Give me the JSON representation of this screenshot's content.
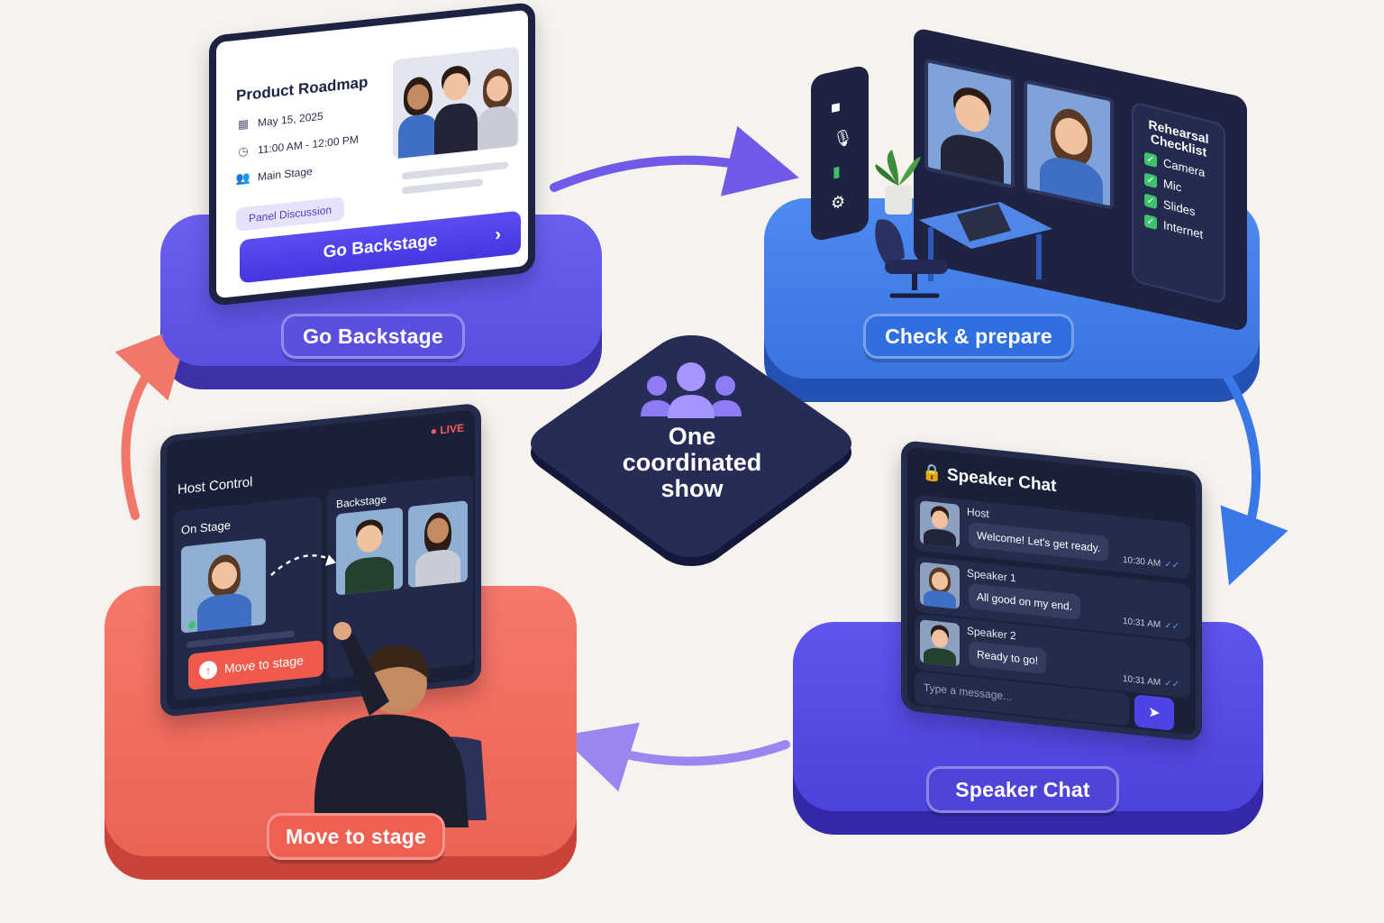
{
  "center": {
    "line1": "One",
    "line2": "coordinated",
    "line3": "show"
  },
  "steps": {
    "go_backstage": {
      "label": "Go Backstage",
      "color": "#5b4fe0"
    },
    "check_prepare": {
      "label": "Check & prepare",
      "color": "#2f6fe0"
    },
    "speaker_chat": {
      "label": "Speaker Chat",
      "color": "#4f44d8"
    },
    "move_to_stage": {
      "label": "Move to stage",
      "color": "#ef5f52"
    }
  },
  "roadmap_card": {
    "title": "Product Roadmap",
    "date": "May 15, 2025",
    "time": "11:00 AM - 12:00 PM",
    "location": "Main Stage",
    "tag": "Panel Discussion",
    "button": "Go Backstage"
  },
  "rehearsal": {
    "title_line1": "Rehearsal",
    "title_line2": "Checklist",
    "items": [
      "Camera",
      "Mic",
      "Slides",
      "Internet"
    ]
  },
  "chat": {
    "title": "Speaker Chat",
    "messages": [
      {
        "sender": "Host",
        "text": "Welcome! Let's get ready.",
        "time": "10:30 AM"
      },
      {
        "sender": "Speaker 1",
        "text": "All good on my end.",
        "time": "10:31 AM"
      },
      {
        "sender": "Speaker 2",
        "text": "Ready to go!",
        "time": "10:31 AM"
      }
    ],
    "placeholder": "Type a message..."
  },
  "host_control": {
    "title": "Host Control",
    "live": "LIVE",
    "on_stage": "On Stage",
    "backstage": "Backstage",
    "button": "Move to stage"
  }
}
